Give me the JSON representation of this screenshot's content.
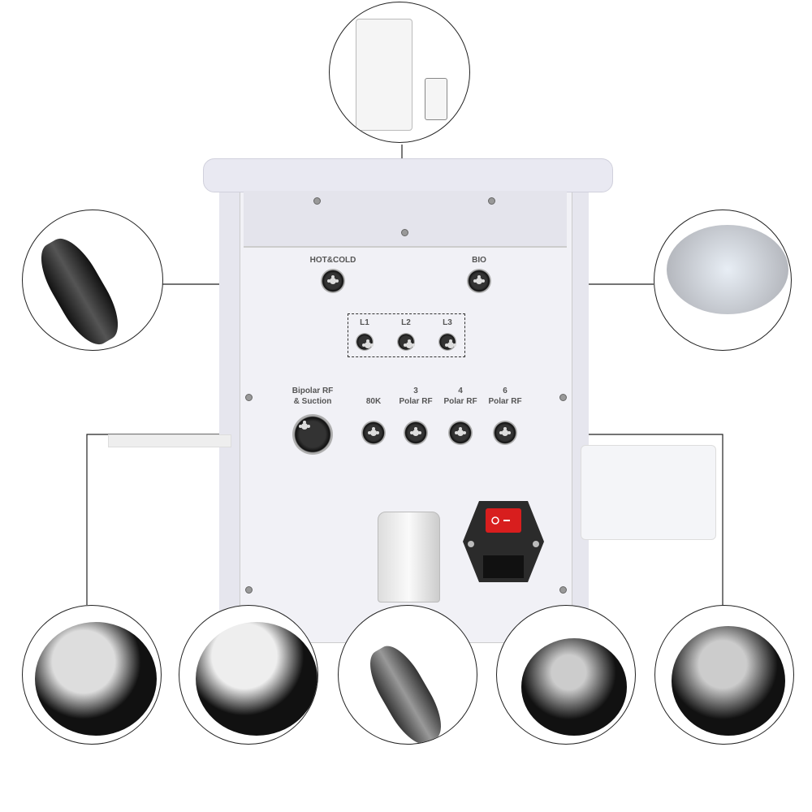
{
  "ports": {
    "hot_cold": "HOT&COLD",
    "bio": "BIO",
    "l1": "L1",
    "l2": "L2",
    "l3": "L3",
    "bipolar_line1": "Bipolar RF",
    "bipolar_line2": "& Suction",
    "k80": "80K",
    "p3_line1": "3",
    "p3_line2": "Polar RF",
    "p4_line1": "4",
    "p4_line2": "Polar RF",
    "p6_line1": "6",
    "p6_line2": "Polar RF"
  },
  "colors": {
    "switch": "#d81e1e",
    "line": "#222222",
    "panel": "#f1f1f6"
  }
}
